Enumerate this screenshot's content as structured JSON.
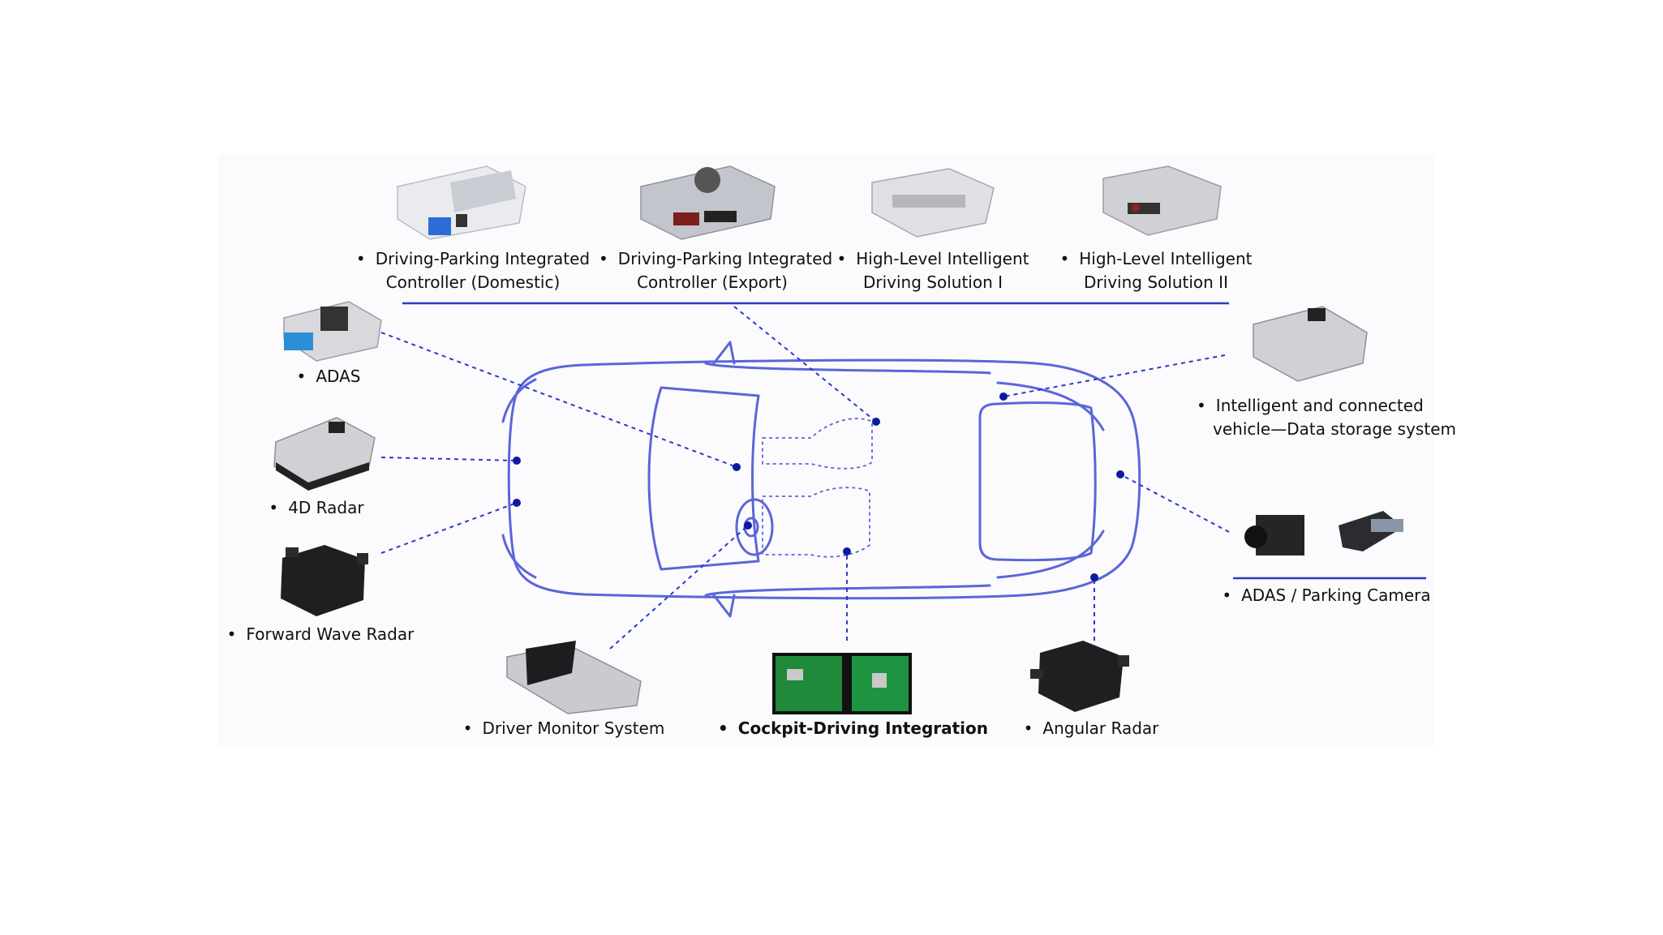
{
  "colors": {
    "line": "#2a3bc6",
    "car": "#5a66d8",
    "dot": "#0d1a9e",
    "panel": "#fbfbfd"
  },
  "bullet": "•",
  "labels": {
    "dp_domestic": [
      "Driving-Parking Integrated",
      "Controller (Domestic)"
    ],
    "dp_export": [
      "Driving-Parking Integrated",
      "Controller (Export)"
    ],
    "hl_i": [
      "High-Level Intelligent",
      "Driving Solution I"
    ],
    "hl_ii": [
      "High-Level Intelligent",
      "Driving Solution II"
    ],
    "adas": "ADAS",
    "radar4d": "4D Radar",
    "fwd_radar": "Forward Wave Radar",
    "storage": [
      "Intelligent and connected",
      "vehicle—Data storage system"
    ],
    "camera": "ADAS / Parking Camera",
    "dms": "Driver Monitor System",
    "cockpit": "Cockpit-Driving Integration",
    "angular": "Angular Radar"
  }
}
